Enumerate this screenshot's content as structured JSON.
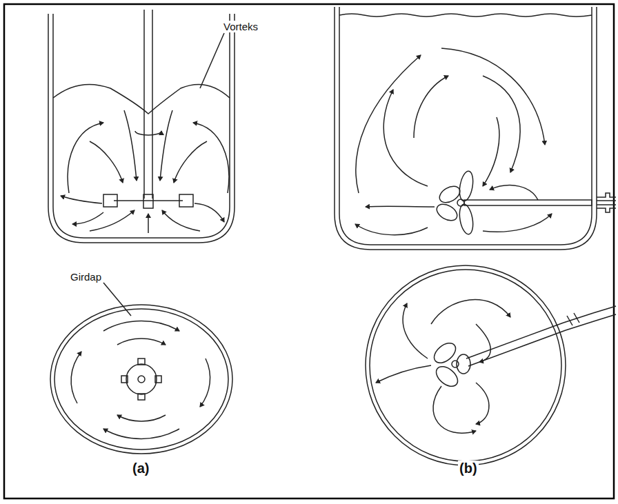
{
  "diagram": {
    "labels": [
      "Vorteks",
      "Girdap",
      "(a)",
      "(b)"
    ]
  }
}
